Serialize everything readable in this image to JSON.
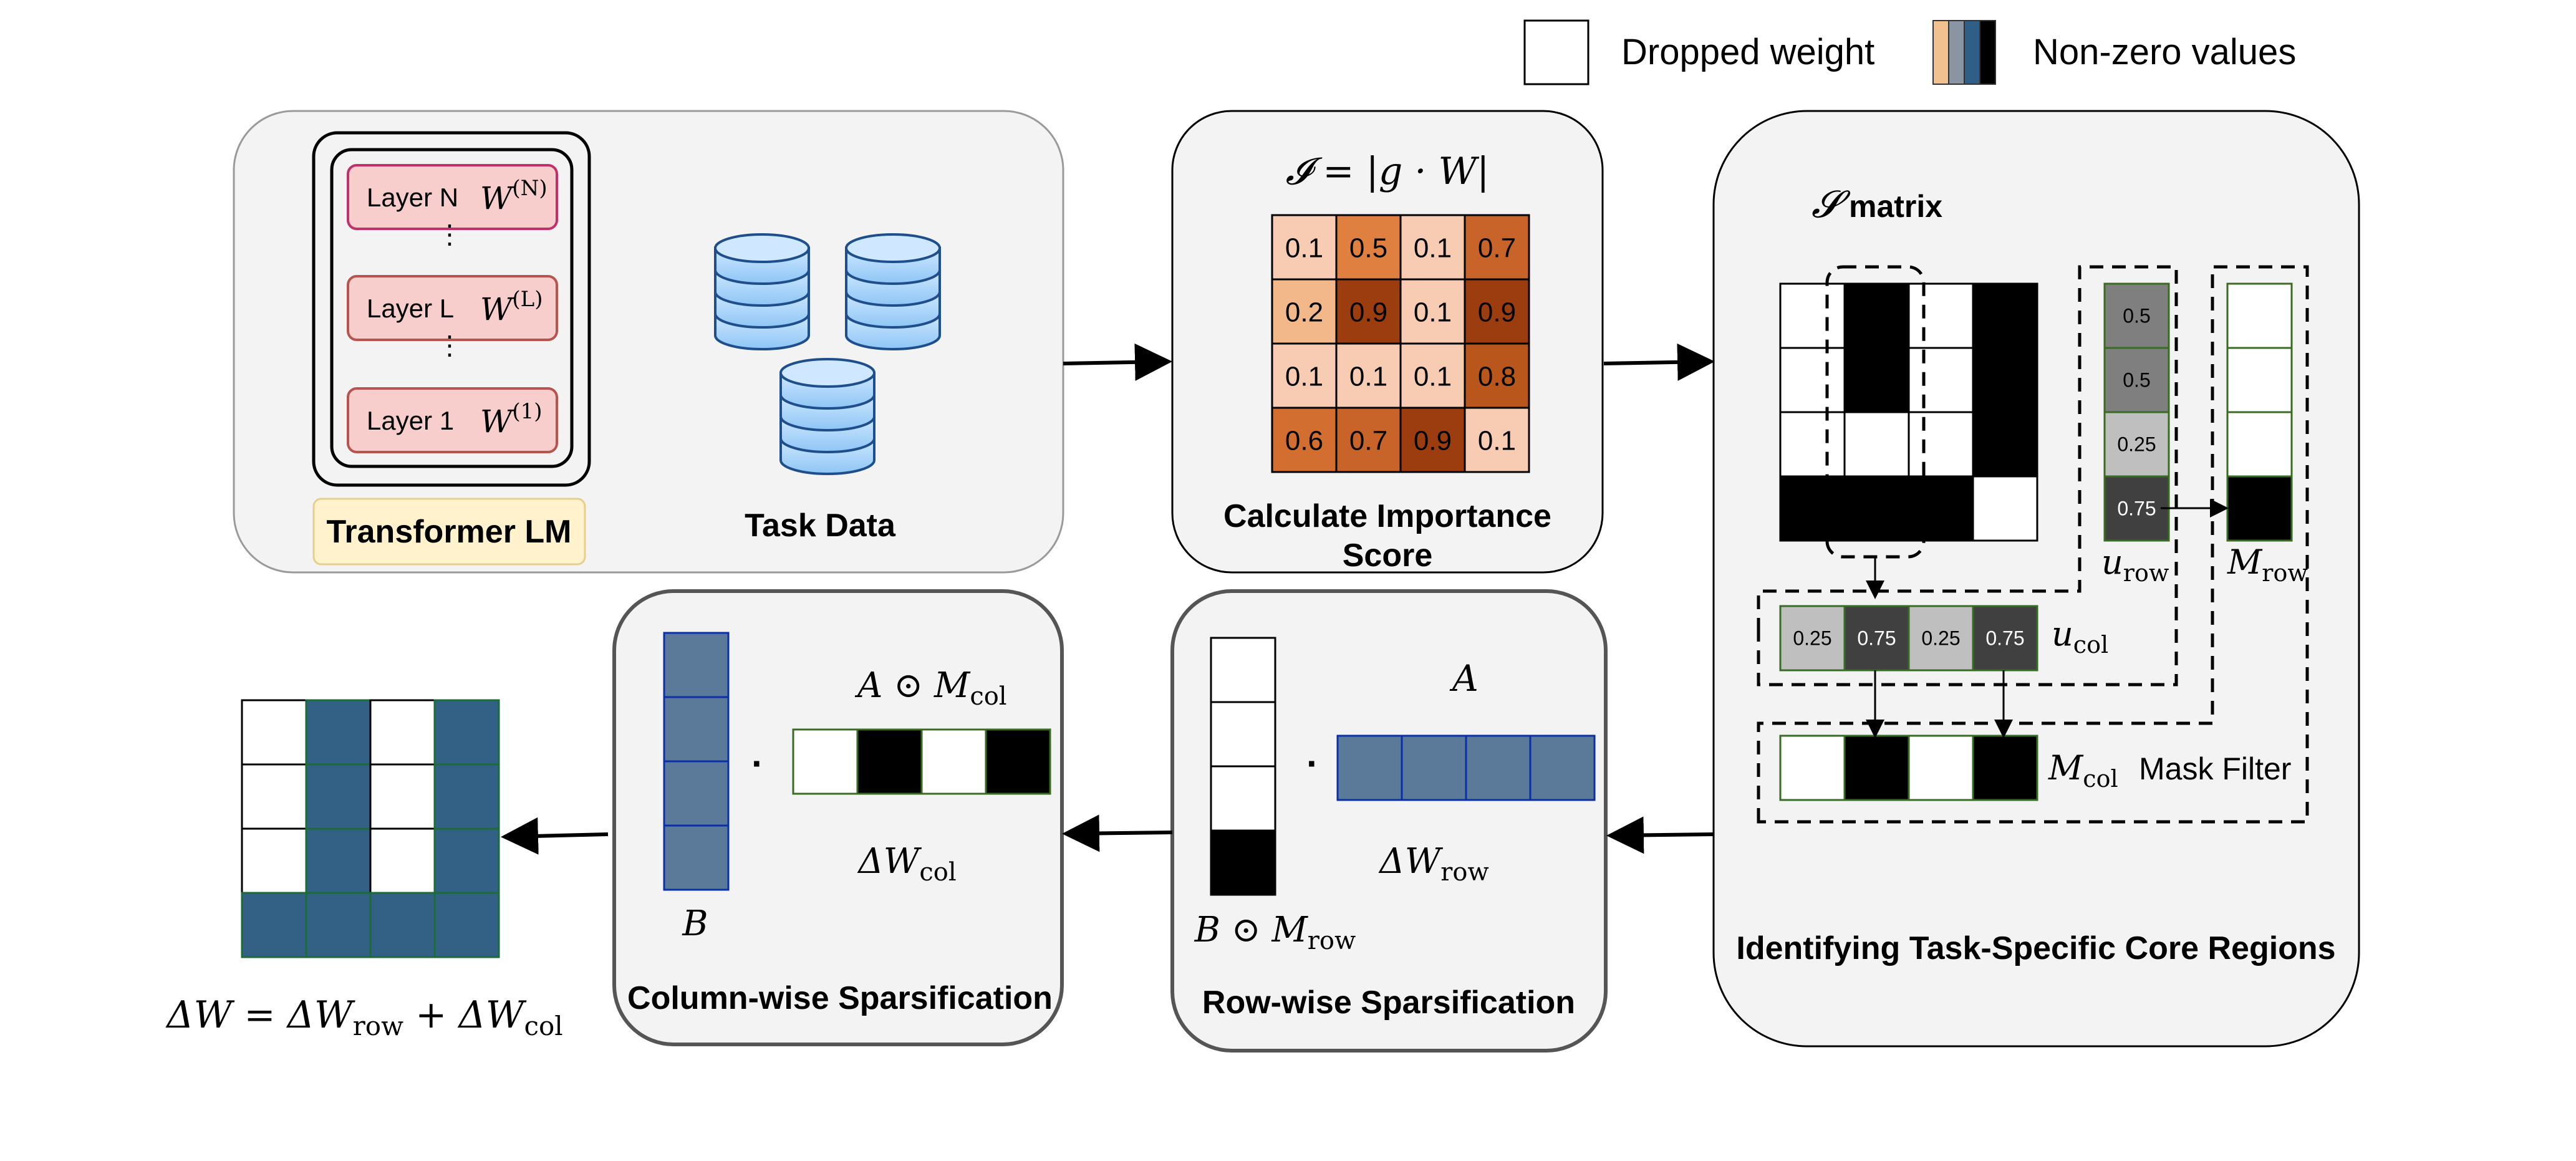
{
  "legend": {
    "dropped_label": "Dropped weight",
    "nonzero_label": "Non-zero values",
    "nonzero_colors": [
      "#f1c28f",
      "#8a95a3",
      "#2f5f86",
      "#000000"
    ]
  },
  "panel_model": {
    "layers": [
      {
        "label": "Layer N",
        "weight": "W",
        "sup": "(N)"
      },
      {
        "label": "Layer L",
        "weight": "W",
        "sup": "(L)"
      },
      {
        "label": "Layer 1",
        "weight": "W",
        "sup": "(1)"
      }
    ],
    "model_label": "Transformer LM",
    "task_label": "Task Data"
  },
  "panel_importance": {
    "formula": "𝓘 = |g · W|",
    "matrix": [
      [
        "0.1",
        "0.5",
        "0.1",
        "0.7"
      ],
      [
        "0.2",
        "0.9",
        "0.1",
        "0.9"
      ],
      [
        "0.1",
        "0.1",
        "0.1",
        "0.8"
      ],
      [
        "0.6",
        "0.7",
        "0.9",
        "0.1"
      ]
    ],
    "caption_line1": "Calculate Importance",
    "caption_line2": "Score"
  },
  "panel_core": {
    "s_symbol": "𝓢",
    "s_label": "matrix",
    "s_matrix": [
      [
        0,
        1,
        0,
        1
      ],
      [
        0,
        1,
        0,
        1
      ],
      [
        0,
        0,
        0,
        1
      ],
      [
        1,
        1,
        1,
        0
      ]
    ],
    "u_row_values": [
      "0.5",
      "0.5",
      "0.25",
      "0.75"
    ],
    "u_row_label": "u",
    "u_row_sub": "row",
    "m_row_values": [
      0,
      0,
      0,
      1
    ],
    "m_row_label": "M",
    "m_row_sub": "row",
    "u_col_values": [
      "0.25",
      "0.75",
      "0.25",
      "0.75"
    ],
    "u_col_label": "u",
    "u_col_sub": "col",
    "m_col_values": [
      0,
      1,
      0,
      1
    ],
    "m_col_label": "M",
    "m_col_sub": "col",
    "mask_filter_label": "Mask Filter",
    "caption": "Identifying Task-Specific Core Regions"
  },
  "panel_row": {
    "b_mask_label": "B ⊙ M",
    "b_mask_sub": "row",
    "a_label": "A",
    "delta_label": "ΔW",
    "delta_sub": "row",
    "caption": "Row-wise Sparsification"
  },
  "panel_col": {
    "b_label": "B",
    "a_mask_label": "A ⊙ M",
    "a_mask_sub": "col",
    "a_mask_values": [
      0,
      1,
      0,
      1
    ],
    "delta_label": "ΔW",
    "delta_sub": "col",
    "caption": "Column-wise Sparsification"
  },
  "result": {
    "matrix": [
      [
        0,
        1,
        0,
        1
      ],
      [
        0,
        1,
        0,
        1
      ],
      [
        0,
        1,
        0,
        1
      ],
      [
        1,
        1,
        1,
        1
      ]
    ],
    "equation_lhs": "ΔW = ΔW",
    "equation_sub1": "row",
    "equation_mid": " + ΔW",
    "equation_sub2": "col"
  },
  "colors": {
    "panel_fill": "#f3f3f3",
    "blue_fill": "#5b7a9a",
    "dark_blue": "#336185",
    "layer_fill": "#f8cecc",
    "model_label_fill": "#fff2cc"
  }
}
